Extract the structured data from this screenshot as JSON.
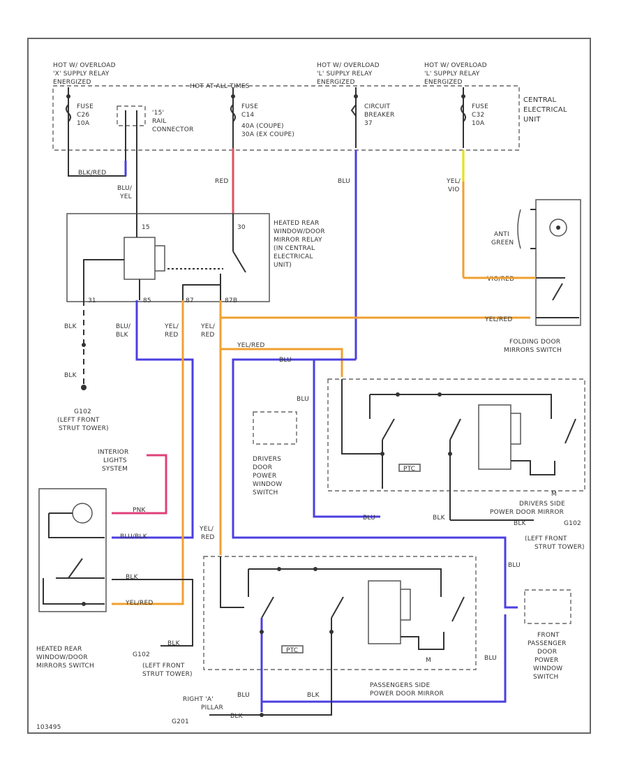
{
  "colors": {
    "blue": "#4b3fe0",
    "orange": "#f0a030",
    "red": "#e05060",
    "pink": "#e0407a",
    "yellow": "#e8e000",
    "line": "#333333"
  },
  "top_labels": {
    "supply1": [
      "HOT W/ OVERLOAD",
      "'X' SUPPLY RELAY",
      "ENERGIZED"
    ],
    "hot_times": "HOT AT ALL TIMES",
    "supply2": [
      "HOT W/ OVERLOAD",
      "'L' SUPPLY RELAY",
      "ENERGIZED"
    ],
    "supply3": [
      "HOT W/ OVERLOAD",
      "'L' SUPPLY RELAY",
      "ENERGIZED"
    ]
  },
  "cel": [
    "CENTRAL",
    "ELECTRICAL",
    "UNIT"
  ],
  "fuse1": [
    "FUSE",
    "C26",
    "10A"
  ],
  "conn15": [
    "'15'",
    "RAIL",
    "CONNECTOR"
  ],
  "fuse2": [
    "FUSE",
    "C14",
    "40A (COUPE)",
    "30A (EX COUPE)"
  ],
  "breaker": [
    "CIRCUIT",
    "BREAKER",
    "37"
  ],
  "fuse3": [
    "FUSE",
    "C32",
    "10A"
  ],
  "wires": {
    "blk_red": "BLK/RED",
    "blu_yel": [
      "BLU/",
      "YEL"
    ],
    "red": "RED",
    "blu": "BLU",
    "yel_vio": [
      "YEL/",
      "VIO"
    ],
    "blk": "BLK",
    "blu_blk": [
      "BLU/",
      "BLK"
    ],
    "yel_red": [
      "YEL/",
      "RED"
    ],
    "yel_red_h": "YEL/RED",
    "vio_red": "VIO/RED",
    "pnk": "PNK",
    "blu_blk_h": "BLU/BLK",
    "yel_red_b": "YEL/RED",
    "blu_s": "BLU",
    "blk_s": "BLK"
  },
  "relay": {
    "name": [
      "HEATED REAR",
      "WINDOW/DOOR",
      "MIRROR RELAY",
      "(IN CENTRAL",
      "ELECTRICAL",
      "UNIT)"
    ],
    "pins": [
      "15",
      "30",
      "31",
      "85",
      "87",
      "87B"
    ]
  },
  "ground1": [
    "G102",
    "(LEFT FRONT",
    "STRUT TOWER)"
  ],
  "folding": {
    "name": [
      "FOLDING DOOR",
      "MIRRORS SWITCH"
    ],
    "sub": [
      "ANTI",
      "GREEN"
    ]
  },
  "interior": [
    "INTERIOR",
    "LIGHTS",
    "SYSTEM"
  ],
  "drivers_switch": [
    "DRIVERS",
    "DOOR",
    "POWER",
    "WINDOW",
    "SWITCH"
  ],
  "drivers_mirror": {
    "name": [
      "DRIVERS SIDE",
      "POWER DOOR MIRROR"
    ],
    "motor": "M",
    "ptc": "PTC"
  },
  "ground2": [
    "G102",
    "(LEFT FRONT",
    "STRUT TOWER)"
  ],
  "heated_switch": [
    "HEATED REAR",
    "WINDOW/DOOR",
    "MIRRORS SWITCH"
  ],
  "ground3": [
    "G102",
    "(LEFT FRONT",
    "STRUT TOWER)"
  ],
  "pass_mirror": {
    "name": [
      "PASSENGERS SIDE",
      "POWER DOOR MIRROR"
    ],
    "motor": "M",
    "ptc": "PTC"
  },
  "front_pass": [
    "FRONT",
    "PASSENGER",
    "DOOR",
    "POWER",
    "WINDOW",
    "SWITCH"
  ],
  "right_a": [
    "RIGHT 'A'",
    "PILLAR"
  ],
  "g201": "G201",
  "footer_code": "103495"
}
